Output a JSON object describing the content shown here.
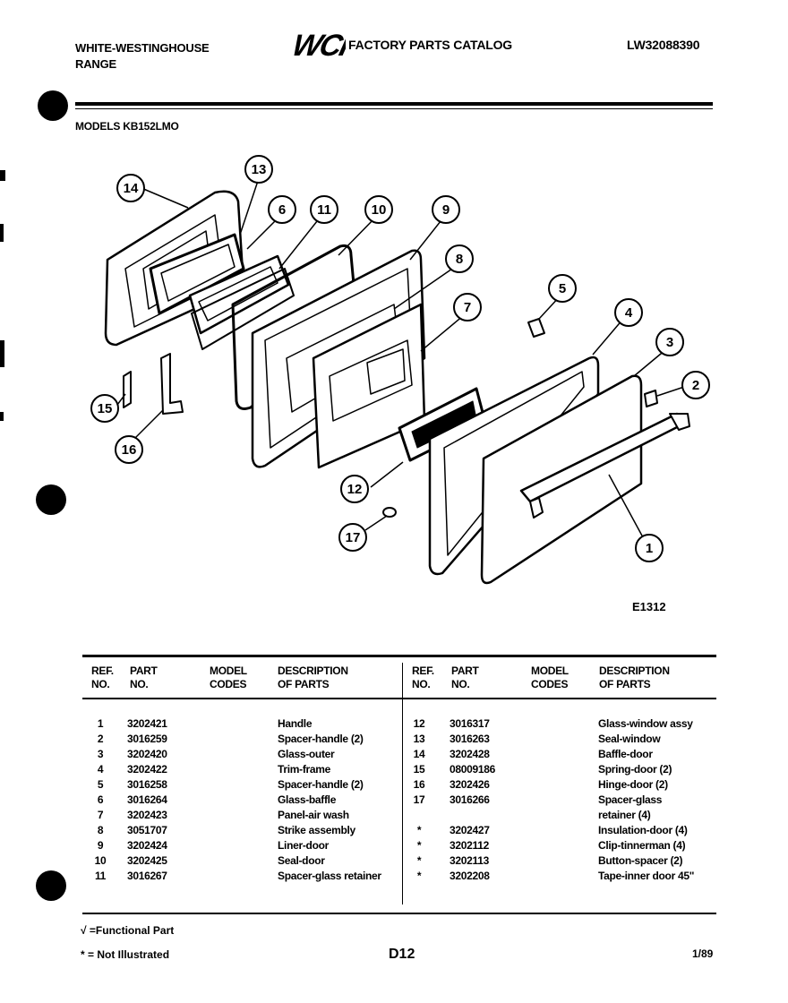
{
  "header": {
    "brand_line1": "WHITE-WESTINGHOUSE",
    "brand_line2": "RANGE",
    "logo": "WCI",
    "catalog_title": "FACTORY PARTS CATALOG",
    "catalog_number": "LW32088390",
    "models": "MODELS KB152LMO"
  },
  "diagram": {
    "figure_id": "E1312",
    "callouts": [
      "1",
      "2",
      "3",
      "4",
      "5",
      "6",
      "7",
      "8",
      "9",
      "10",
      "11",
      "12",
      "13",
      "14",
      "15",
      "16",
      "17"
    ]
  },
  "table": {
    "headers": {
      "ref_no": [
        "REF.",
        "NO."
      ],
      "part_no": [
        "PART",
        "NO."
      ],
      "model_codes": [
        "MODEL",
        "CODES"
      ],
      "description": [
        "DESCRIPTION",
        "OF PARTS"
      ]
    },
    "left_rows": [
      {
        "ref": "1",
        "part": "3202421",
        "desc": "Handle"
      },
      {
        "ref": "2",
        "part": "3016259",
        "desc": "Spacer-handle (2)"
      },
      {
        "ref": "3",
        "part": "3202420",
        "desc": "Glass-outer"
      },
      {
        "ref": "4",
        "part": "3202422",
        "desc": "Trim-frame"
      },
      {
        "ref": "5",
        "part": "3016258",
        "desc": "Spacer-handle (2)"
      },
      {
        "ref": "6",
        "part": "3016264",
        "desc": "Glass-baffle"
      },
      {
        "ref": "7",
        "part": "3202423",
        "desc": "Panel-air wash"
      },
      {
        "ref": "8",
        "part": "3051707",
        "desc": "Strike assembly"
      },
      {
        "ref": "9",
        "part": "3202424",
        "desc": "Liner-door"
      },
      {
        "ref": "10",
        "part": "3202425",
        "desc": "Seal-door"
      },
      {
        "ref": "11",
        "part": "3016267",
        "desc": "Spacer-glass retainer"
      }
    ],
    "right_rows": [
      {
        "ref": "12",
        "part": "3016317",
        "desc": "Glass-window assy"
      },
      {
        "ref": "13",
        "part": "3016263",
        "desc": "Seal-window"
      },
      {
        "ref": "14",
        "part": "3202428",
        "desc": "Baffle-door"
      },
      {
        "ref": "15",
        "part": "08009186",
        "desc": "Spring-door (2)"
      },
      {
        "ref": "16",
        "part": "3202426",
        "desc": "Hinge-door (2)"
      },
      {
        "ref": "17",
        "part": "3016266",
        "desc": "Spacer-glass"
      },
      {
        "ref": "",
        "part": "",
        "desc": "retainer (4)"
      },
      {
        "ref": "*",
        "part": "3202427",
        "desc": "Insulation-door (4)"
      },
      {
        "ref": "*",
        "part": "3202112",
        "desc": "Clip-tinnerman (4)"
      },
      {
        "ref": "*",
        "part": "3202113",
        "desc": "Button-spacer (2)"
      },
      {
        "ref": "*",
        "part": "3202208",
        "desc": "Tape-inner door 45\""
      }
    ]
  },
  "footer": {
    "legend_functional": "√ =Functional Part",
    "legend_not_illustrated": "* = Not Illustrated",
    "page_code": "D12",
    "date": "1/89"
  }
}
